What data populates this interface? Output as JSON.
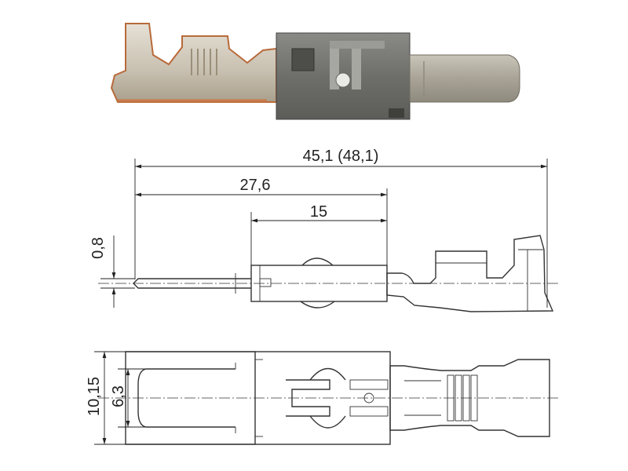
{
  "product_photo": {
    "subject": "flat-terminal-receptacle-photo"
  },
  "dimensions": {
    "overall_length": "45,1 (48,1)",
    "length_to_body": "27,6",
    "body_length": "15",
    "tab_thickness": "0,8",
    "overall_width": "10,15",
    "tab_width": "6,3"
  }
}
